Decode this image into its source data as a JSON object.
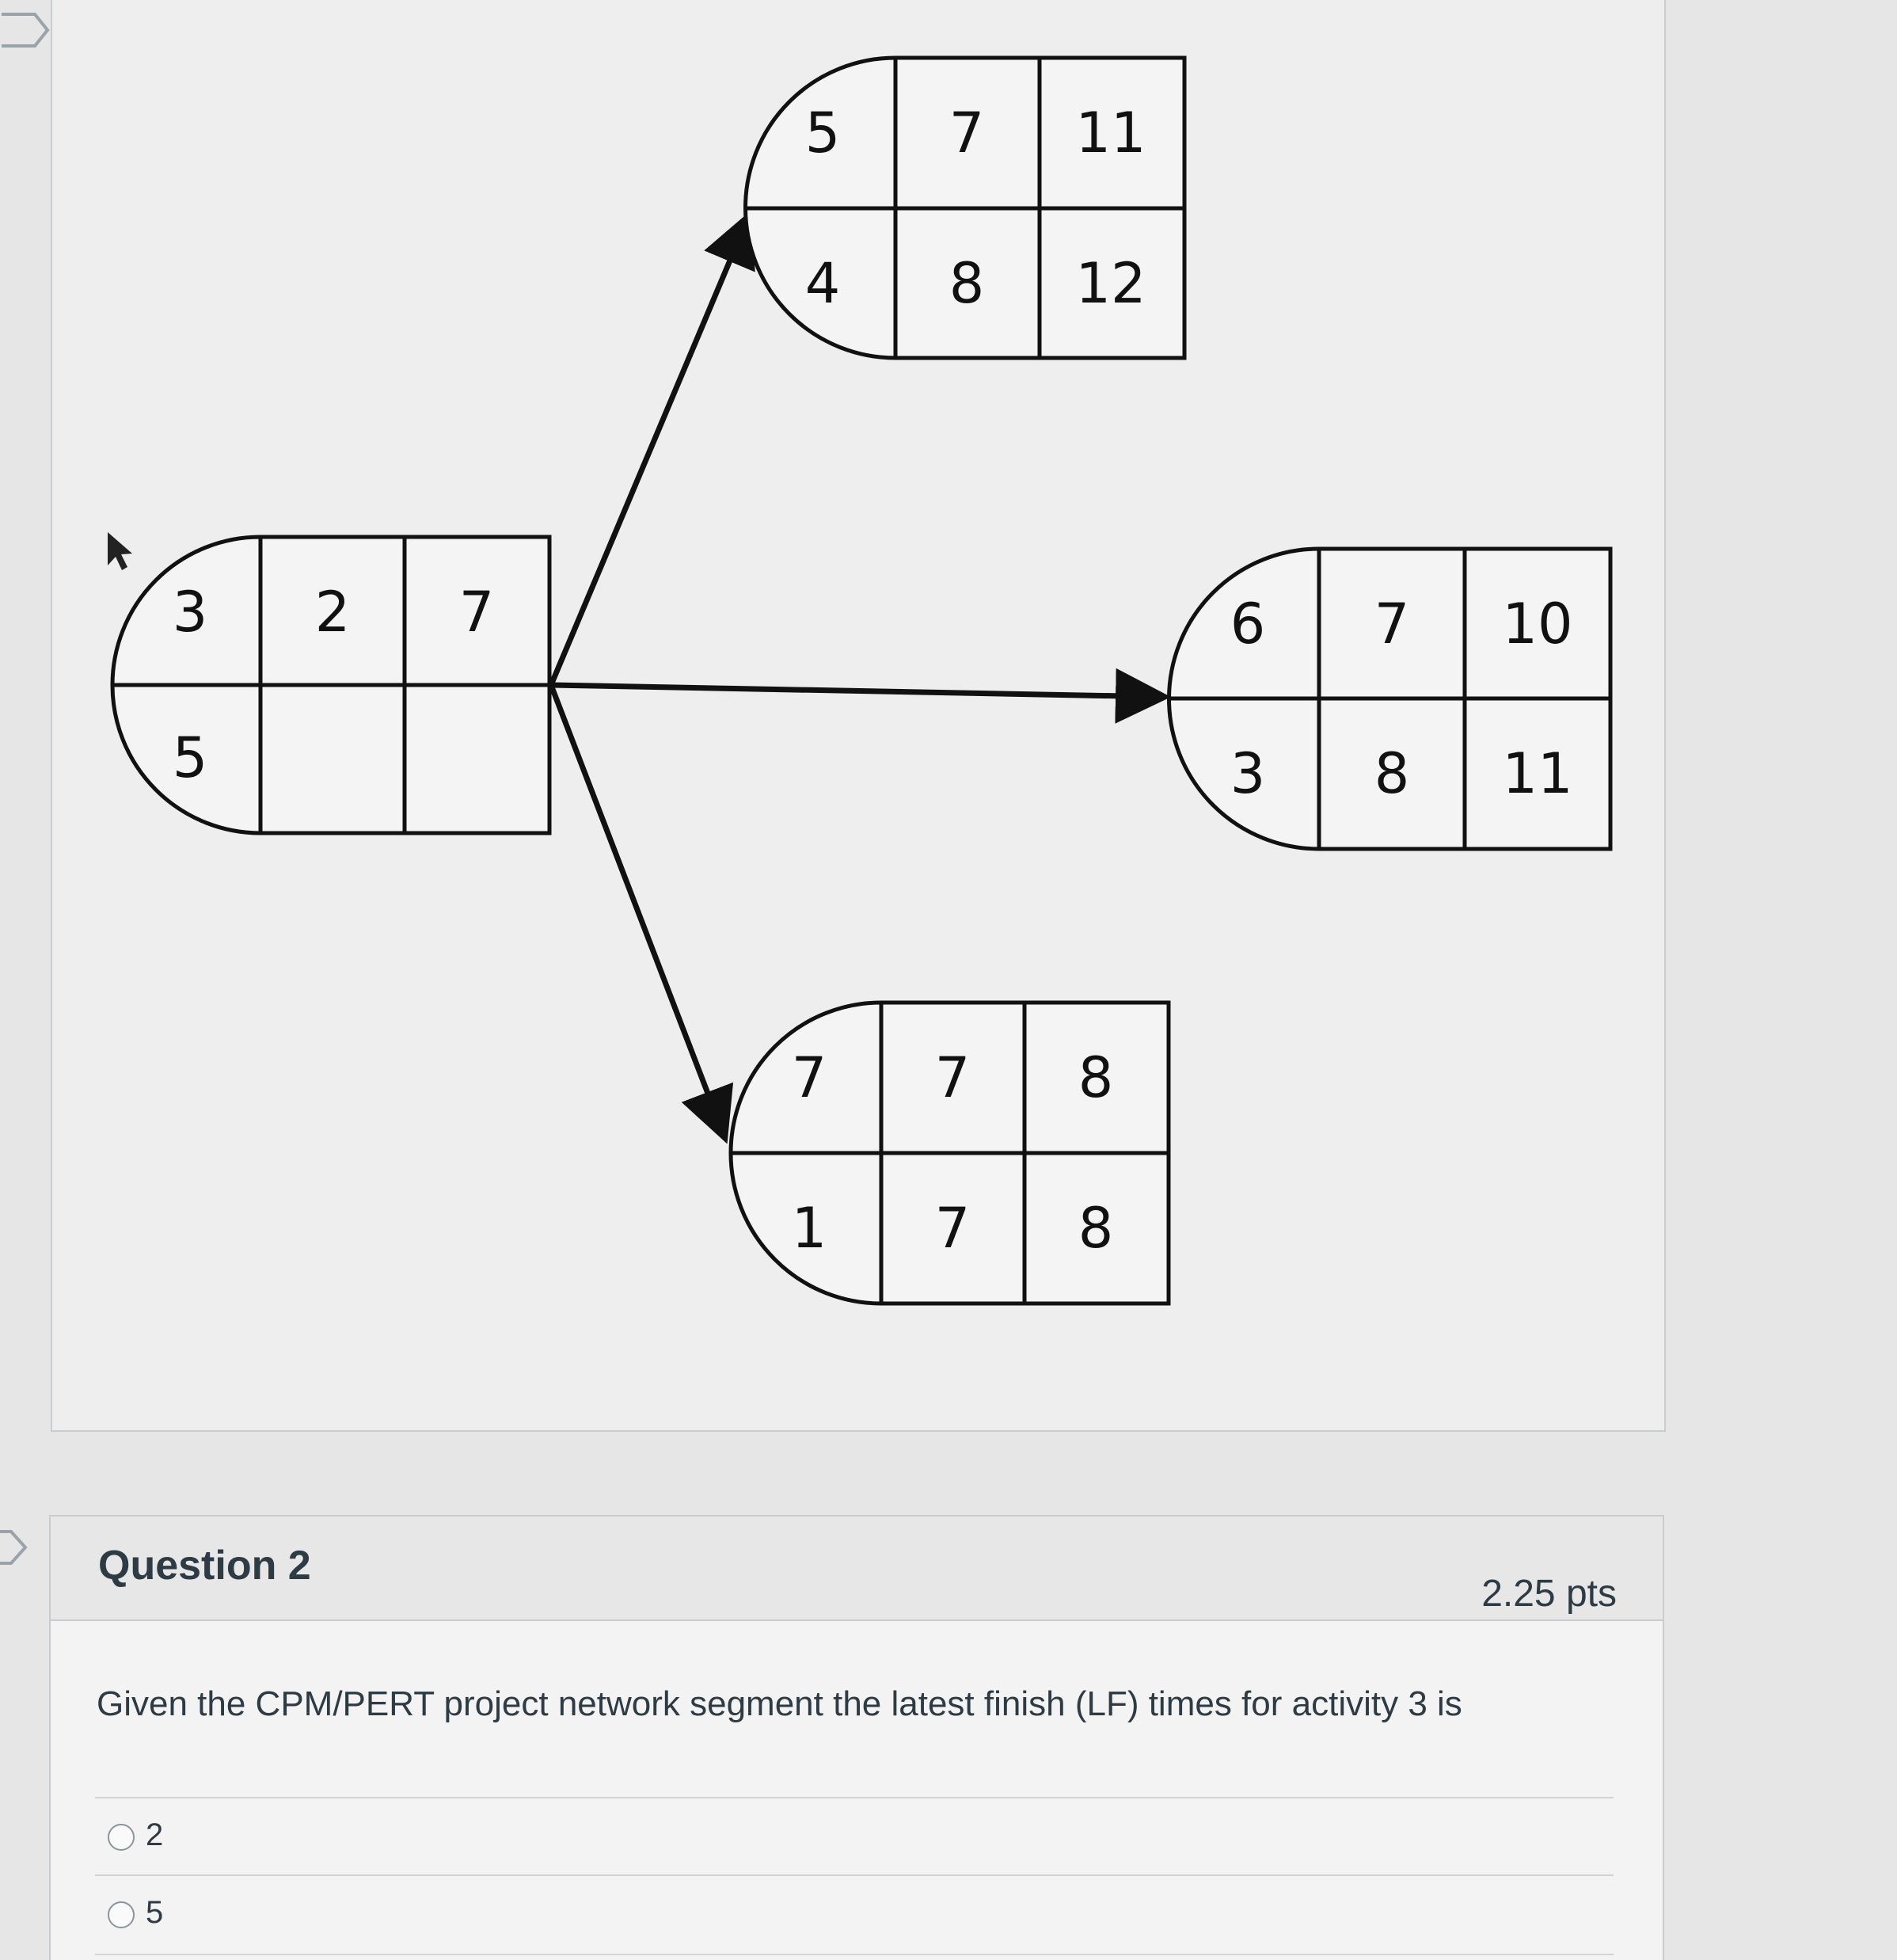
{
  "diagram": {
    "nodes": [
      {
        "id": "n3",
        "cells": [
          "3",
          "2",
          "7",
          "5",
          "",
          ""
        ]
      },
      {
        "id": "n5",
        "cells": [
          "5",
          "7",
          "11",
          "4",
          "8",
          "12"
        ]
      },
      {
        "id": "n6",
        "cells": [
          "6",
          "7",
          "10",
          "3",
          "8",
          "11"
        ]
      },
      {
        "id": "n7",
        "cells": [
          "7",
          "7",
          "8",
          "1",
          "7",
          "8"
        ]
      }
    ]
  },
  "question": {
    "title": "Question 2",
    "points": "2.25 pts",
    "text": "Given the CPM/PERT project network segment the latest finish (LF) times for activity 3 is",
    "options": [
      "2",
      "5"
    ]
  },
  "colors": {
    "line": "#111111",
    "text": "#2d3b45",
    "border": "#c7cdd1"
  },
  "icons": [
    "flag-icon",
    "cursor-icon",
    "radio-icon",
    "arrow-icon"
  ]
}
